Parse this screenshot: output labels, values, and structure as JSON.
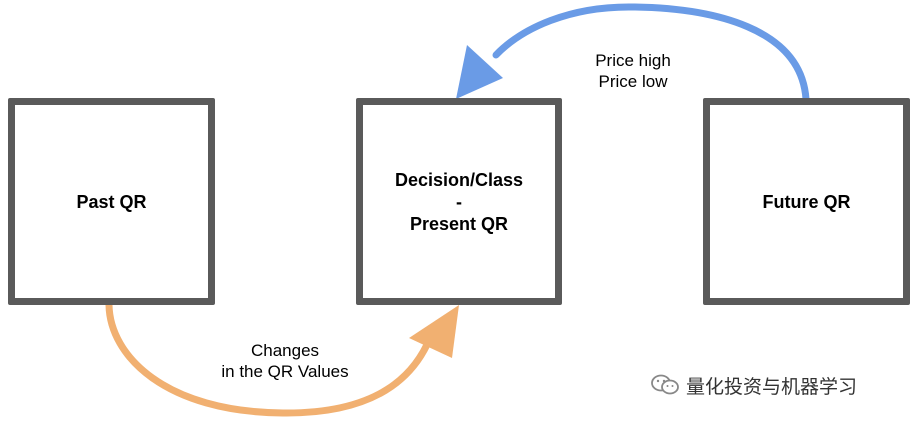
{
  "diagram": {
    "boxes": {
      "past": "Past QR",
      "present": "Decision/Class\n-\nPresent QR",
      "future": "Future QR"
    },
    "annotations": {
      "price": "Price high\nPrice low",
      "changes": "Changes\nin the QR Values"
    }
  },
  "watermark": {
    "text": "量化投资与机器学习",
    "icon": "wechat-icon"
  },
  "colors": {
    "box_border": "#5a5a5a",
    "top_arrow": "#6a9be6",
    "bottom_arrow": "#f1b071"
  }
}
